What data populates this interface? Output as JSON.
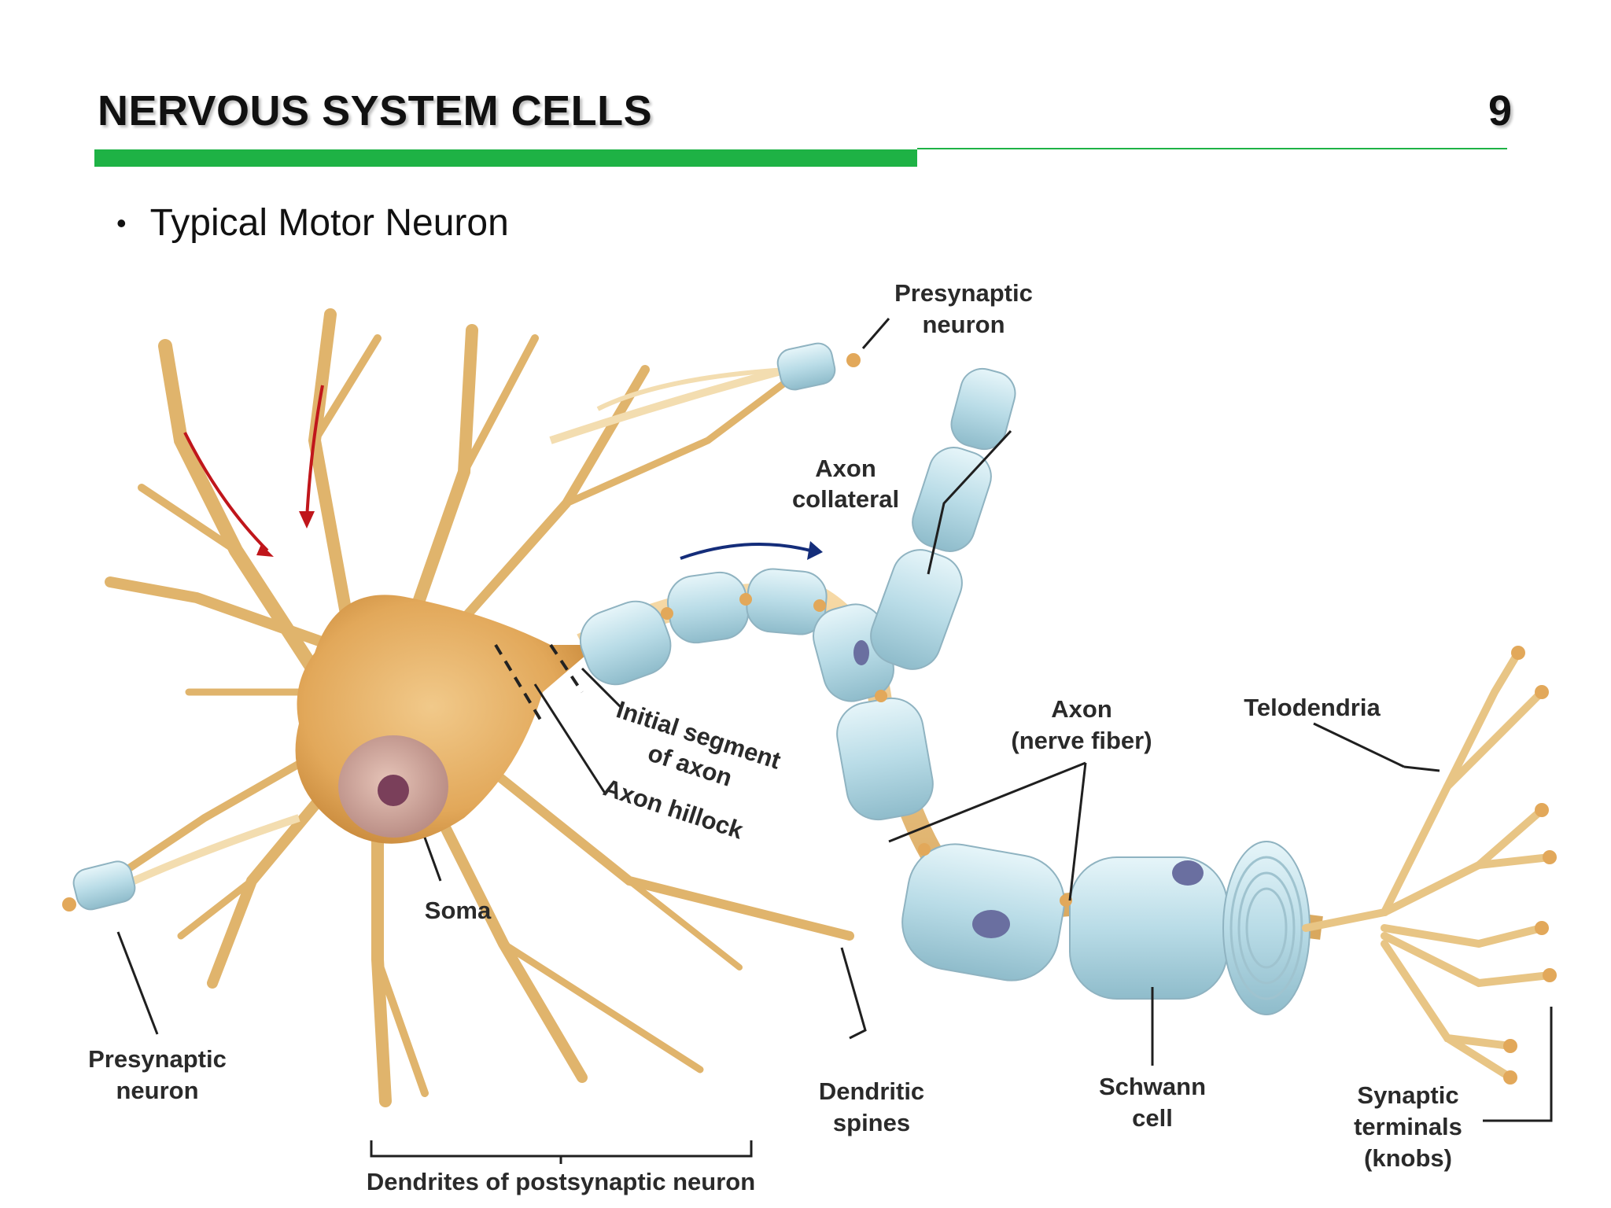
{
  "slide": {
    "title": "NERVOUS SYSTEM CELLS",
    "page_number": "9",
    "bullet": "Typical Motor Neuron"
  },
  "labels": {
    "presynaptic_top_1": "Presynaptic",
    "presynaptic_top_2": "neuron",
    "axon_collateral_1": "Axon",
    "axon_collateral_2": "collateral",
    "initial_segment_1": "Initial segment",
    "initial_segment_2": "of axon",
    "axon_hillock": "Axon hillock",
    "axon_1": "Axon",
    "axon_2": "(nerve fiber)",
    "telodendria": "Telodendria",
    "soma": "Soma",
    "presynaptic_left_1": "Presynaptic",
    "presynaptic_left_2": "neuron",
    "dendritic_spines_1": "Dendritic",
    "dendritic_spines_2": "spines",
    "schwann_1": "Schwann",
    "schwann_2": "cell",
    "synaptic_1": "Synaptic",
    "synaptic_2": "terminals",
    "synaptic_3": "(knobs)",
    "dendrites": "Dendrites of postsynaptic neuron"
  },
  "colors": {
    "accent_green": "#1eb245",
    "neuron_body": "#e8b96a",
    "myelin": "#bfe0ea",
    "arrow_red": "#c0161b",
    "arrow_blue": "#142d7a"
  }
}
